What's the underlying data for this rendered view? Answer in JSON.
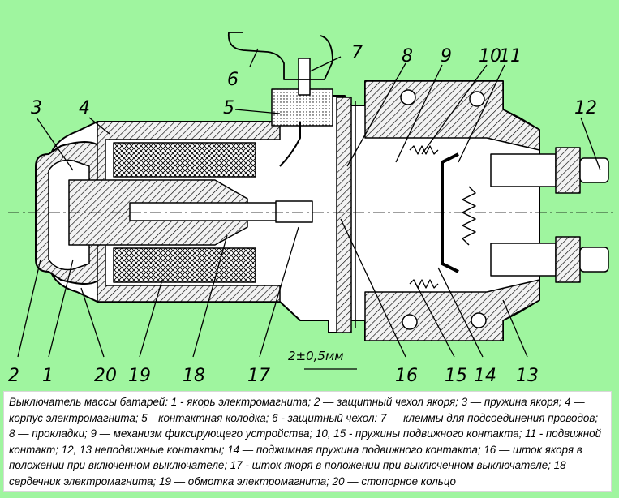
{
  "figure": {
    "callouts": [
      "1",
      "2",
      "3",
      "4",
      "5",
      "6",
      "7",
      "8",
      "9",
      "10",
      "11",
      "12",
      "13",
      "14",
      "15",
      "16",
      "17",
      "18",
      "19",
      "20"
    ],
    "dimension_label": "2±0,5мм"
  },
  "caption": {
    "text": "Выключатель массы батарей: 1 - якорь электромагнита; 2 — защитный чехол якоря; 3 — пружина якоря; 4 — корпус электромагнита; 5—контактная колодка; 6 - защитный чехол: 7 — клеммы для подсоединения проводов; 8 — прокладки; 9 — механизм фиксирующего устройства; 10, 15 - пружины подвижного контакта; 11 - подвижной контакт; 12, 13 неподвижные контакты; 14 — поджимная пружина подвижного контакта; 16 — шток якоря в положении при включенном выключателе; 17 - шток якоря в положении при выключенном выключателе; 18 сердечник электромагнита; 19 — обмотка электромагнита; 20 — стопорное кольцо"
  },
  "colors": {
    "background": "#9ff59f",
    "caption_bg": "#ffffff",
    "ink": "#000000"
  }
}
